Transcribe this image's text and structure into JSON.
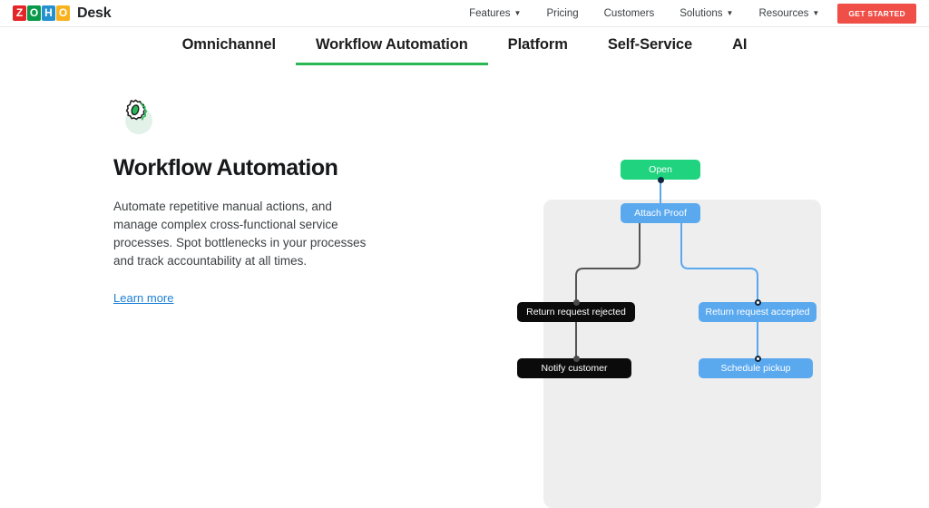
{
  "header": {
    "brand": {
      "logo_tiles": [
        "Z",
        "O",
        "H",
        "O"
      ],
      "product": "Desk"
    },
    "nav": [
      {
        "label": "Features",
        "has_dropdown": true
      },
      {
        "label": "Pricing",
        "has_dropdown": false
      },
      {
        "label": "Customers",
        "has_dropdown": false
      },
      {
        "label": "Solutions",
        "has_dropdown": true
      },
      {
        "label": "Resources",
        "has_dropdown": true
      }
    ],
    "cta": {
      "label": "GET STARTED",
      "color": "#f04f47"
    }
  },
  "tabs": {
    "active_index": 1,
    "accent_color": "#2ab857",
    "items": [
      {
        "label": "Omnichannel"
      },
      {
        "label": "Workflow Automation"
      },
      {
        "label": "Platform"
      },
      {
        "label": "Self-Service"
      },
      {
        "label": "AI"
      }
    ]
  },
  "feature": {
    "icon": "gear-icon",
    "title": "Workflow Automation",
    "description": "Automate repetitive manual actions, and manage complex cross-functional service processes. Spot bottlenecks in your processes and track accountability at all times.",
    "link_label": "Learn more",
    "link_color": "#1a7fd4"
  },
  "diagram": {
    "panel_color": "#eeeeee",
    "nodes": [
      {
        "id": "open",
        "label": "Open",
        "color": "#20d47f"
      },
      {
        "id": "attach",
        "label": "Attach Proof",
        "color": "#5aa9ef"
      },
      {
        "id": "rejected",
        "label": "Return request rejected",
        "color": "#0b0b0b"
      },
      {
        "id": "accepted",
        "label": "Return request accepted",
        "color": "#5aa9ef"
      },
      {
        "id": "notify",
        "label": "Notify customer",
        "color": "#0b0b0b"
      },
      {
        "id": "pickup",
        "label": "Schedule pickup",
        "color": "#5aa9ef"
      }
    ],
    "edges": [
      {
        "from": "open",
        "to": "attach",
        "color": "#5aa9ef"
      },
      {
        "from": "attach",
        "to": "rejected",
        "color": "#555555"
      },
      {
        "from": "attach",
        "to": "accepted",
        "color": "#5aa9ef"
      },
      {
        "from": "rejected",
        "to": "notify",
        "color": "#555555"
      },
      {
        "from": "accepted",
        "to": "pickup",
        "color": "#5aa9ef"
      }
    ]
  }
}
